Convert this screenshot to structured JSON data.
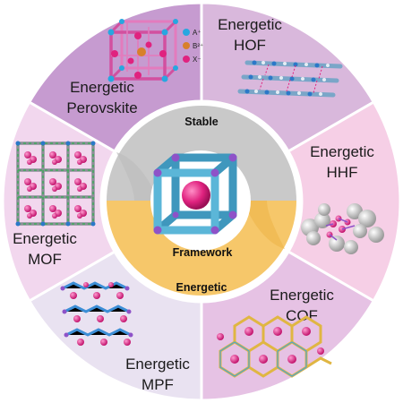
{
  "diagram": {
    "center": {
      "top_label": "Stable",
      "middle_label": "Framework",
      "bottom_label": "Energetic"
    },
    "segments": [
      {
        "line1": "Energetic",
        "line2": "HOF",
        "color": "#d9b8dc"
      },
      {
        "line1": "Energetic",
        "line2": "HHF",
        "color": "#f6cfe6"
      },
      {
        "line1": "Energetic",
        "line2": "COF",
        "color": "#e6c2e4"
      },
      {
        "line1": "Energetic",
        "line2": "MPF",
        "color": "#e9e2f1"
      },
      {
        "line1": "Energetic",
        "line2": "MOF",
        "color": "#f2d7ee"
      },
      {
        "line1": "Energetic",
        "line2": "Perovskite",
        "color": "#c69bd0"
      }
    ],
    "perovskite_legend": [
      {
        "label": "A⁺",
        "color": "#27a7e0"
      },
      {
        "label": "B²⁺",
        "color": "#d8802a"
      },
      {
        "label": "X⁻",
        "color": "#e0227f"
      }
    ],
    "colors": {
      "stable_ring": "#c9c9c9",
      "energetic_ring": "#f6c76a",
      "cube_frame": "#5bb6d8",
      "accent_pink": "#e0227f",
      "accent_purple": "#8e52c8"
    }
  }
}
